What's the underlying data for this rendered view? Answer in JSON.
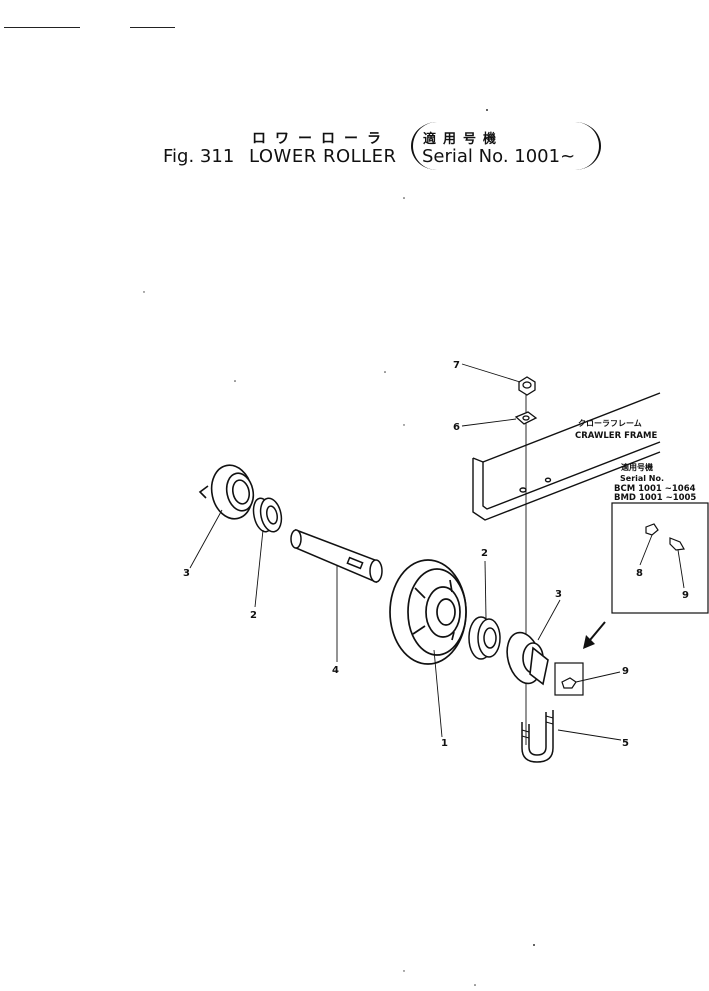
{
  "title": {
    "japanese": "ロワーローラ",
    "figure": "Fig. 311",
    "name": "LOWER ROLLER",
    "serial_japanese": "適用号機",
    "serial": "Serial No. 1001~"
  },
  "frame": {
    "japanese": "クローラフレーム",
    "label": "CRAWLER FRAME"
  },
  "inset": {
    "japanese": "適用号機",
    "serial_label": "Serial No.",
    "range_1": "BCM 1001 ~1064",
    "range_2": "BMD 1001 ~1005"
  },
  "callouts": {
    "c1": "1",
    "c2a": "2",
    "c2b": "2",
    "c3a": "3",
    "c3b": "3",
    "c4": "4",
    "c5": "5",
    "c6": "6",
    "c7": "7",
    "c8": "8",
    "c9a": "9",
    "c9b": "9"
  }
}
